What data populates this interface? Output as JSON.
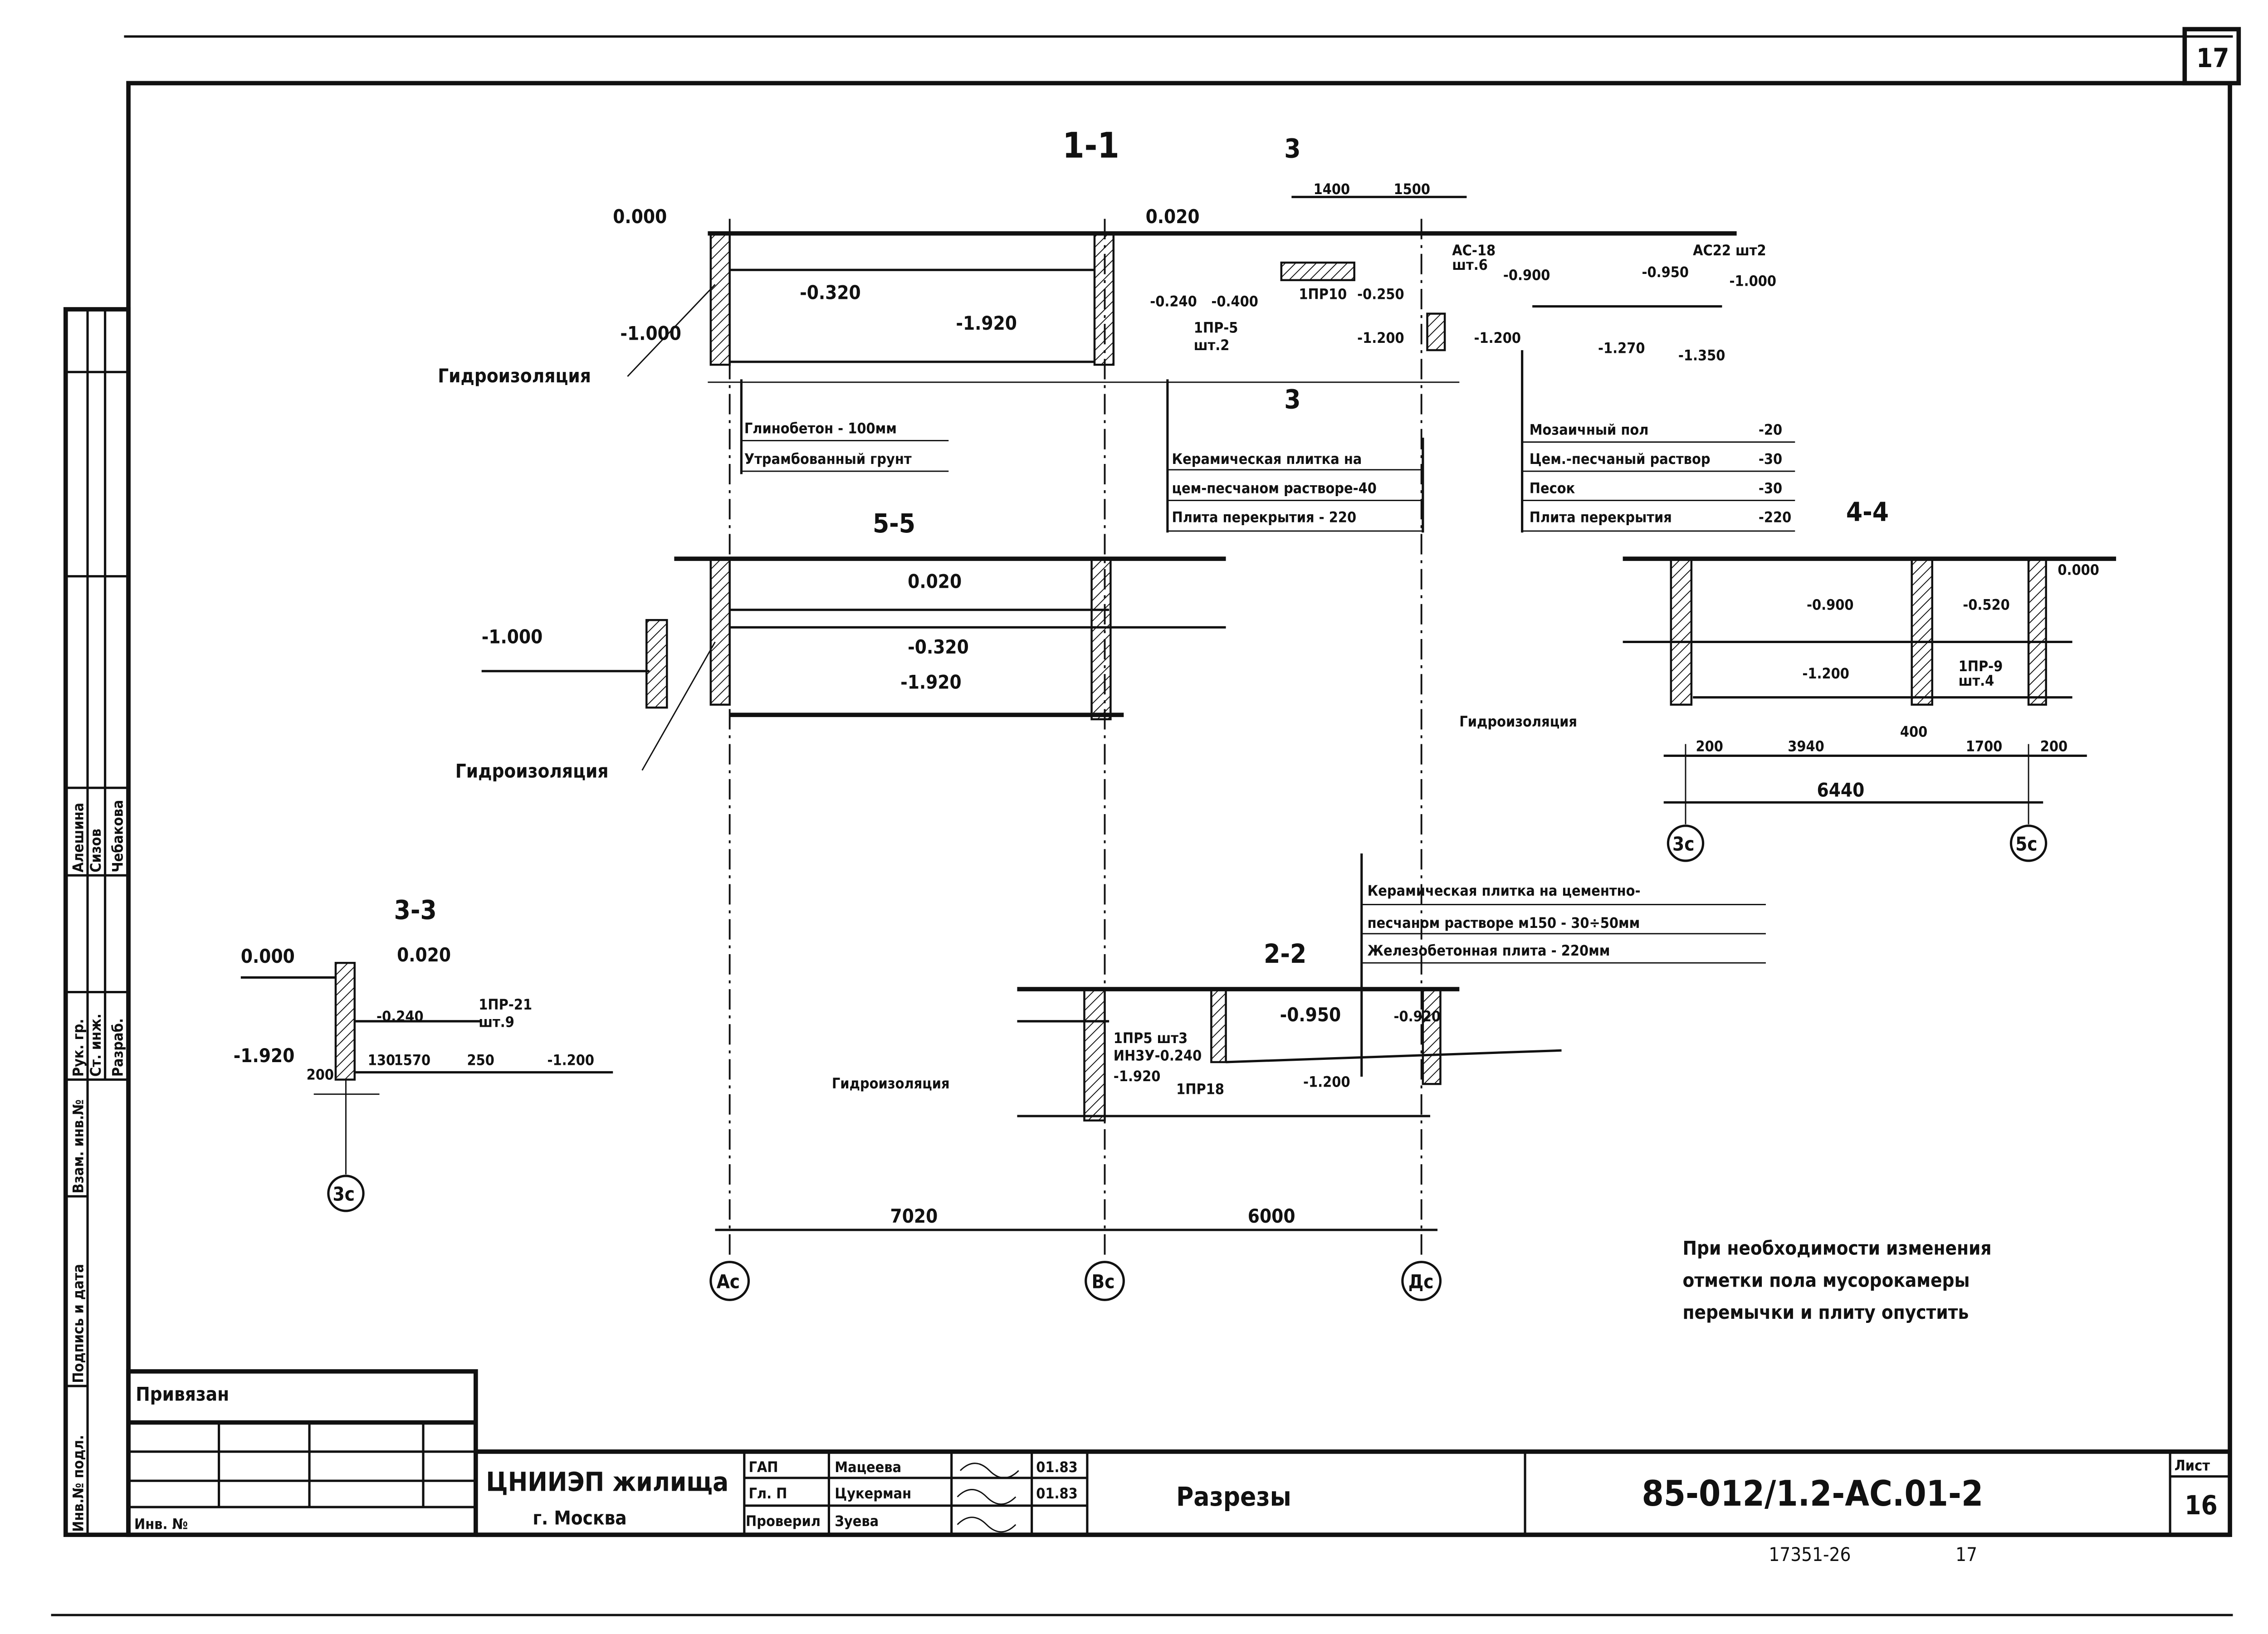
{
  "sheet_number_top": "17",
  "sections": {
    "s11": {
      "title": "1-1",
      "marks": [
        "0.000",
        "-0.320",
        "-1.920",
        "-1.000",
        "0.020",
        "-0.240",
        "-0.400",
        "1ПР-5",
        "шт.2",
        "1ПР10",
        "-0.250",
        "-1.200",
        "-1.200",
        "АС-18",
        "шт.6",
        "-0.900",
        "-0.950",
        "АС22 шт2",
        "-1.000",
        "-1.270",
        "-1.350"
      ],
      "dims": [
        "1400",
        "1500"
      ],
      "cut_label": "3"
    },
    "s55": {
      "title": "5-5",
      "marks": [
        "0.020",
        "-0.320",
        "-1.920",
        "-1.000"
      ]
    },
    "s44": {
      "title": "4-4",
      "marks": [
        "0.000",
        "-0.900",
        "-0.520",
        "-1.200",
        "1ПР-9",
        "шт.4"
      ],
      "dims": [
        "200",
        "3940",
        "400",
        "1700",
        "200",
        "6440"
      ],
      "axes": [
        "3с",
        "5с"
      ]
    },
    "s33": {
      "title": "3-3",
      "marks": [
        "0.000",
        "0.020",
        "-0.240",
        "1ПР-21",
        "шт.9",
        "-1.920",
        "-1.200"
      ],
      "dims": [
        "200",
        "130",
        "1570",
        "250"
      ],
      "axes": [
        "3с"
      ]
    },
    "s22": {
      "title": "2-2",
      "marks": [
        "-0.950",
        "-0.920",
        "1ПР5 шт3",
        "ИН3У-0.240",
        "-1.920",
        "1ПР18",
        "-1.200"
      ]
    },
    "main_dims": [
      "7020",
      "6000"
    ],
    "main_axes": [
      "Ас",
      "Вс",
      "Дс"
    ]
  },
  "labels": {
    "waterproofing": "Гидроизоляция",
    "floor1": [
      "Глинобетон - 100мм",
      "Утрамбованный грунт"
    ],
    "floor2": [
      "Керамическая плитка на",
      "цем-песчаном растворе-40",
      "Плита перекрытия    - 220"
    ],
    "floor3": [
      [
        "Мозаичный пол",
        "-20"
      ],
      [
        "Цем.-песчаный раствор",
        "-30"
      ],
      [
        "Песок",
        "-30"
      ],
      [
        "Плита перекрытия",
        "-220"
      ]
    ],
    "floor4": [
      "Керамическая плитка на цементно-",
      "песчаном растворе м150 - 30÷50мм",
      "Железобетонная плита -    220мм"
    ],
    "note": [
      "При необходимости изменения",
      "отметки пола мусорокамеры",
      "перемычки и плиту опустить"
    ]
  },
  "side_stamp": {
    "columns": [
      "Инв.№ подл.",
      "Подпись и дата",
      "Взам. инв.№"
    ],
    "roles": [
      "Рук. гр.",
      "Ст. инж.",
      "Разраб."
    ],
    "names": [
      "Алешина",
      "Сизов",
      "Чебакова"
    ]
  },
  "title_block": {
    "privyazan": "Привязан",
    "inv_no": "Инв. №",
    "org": "ЦНИИЭП жилища",
    "city": "г. Москва",
    "roles": [
      {
        "role": "ГАП",
        "name": "Мацеева",
        "date": "01.83"
      },
      {
        "role": "Гл. П",
        "name": "Цукерман",
        "date": "01.83"
      },
      {
        "role": "Проверил",
        "name": "Зуева",
        "date": ""
      }
    ],
    "drawing_title": "Разрезы",
    "code": "85-012/1.2-АС.01-2",
    "sheet_label": "Лист",
    "sheet": "16",
    "archive": "17351-26",
    "archive_sheet": "17"
  }
}
